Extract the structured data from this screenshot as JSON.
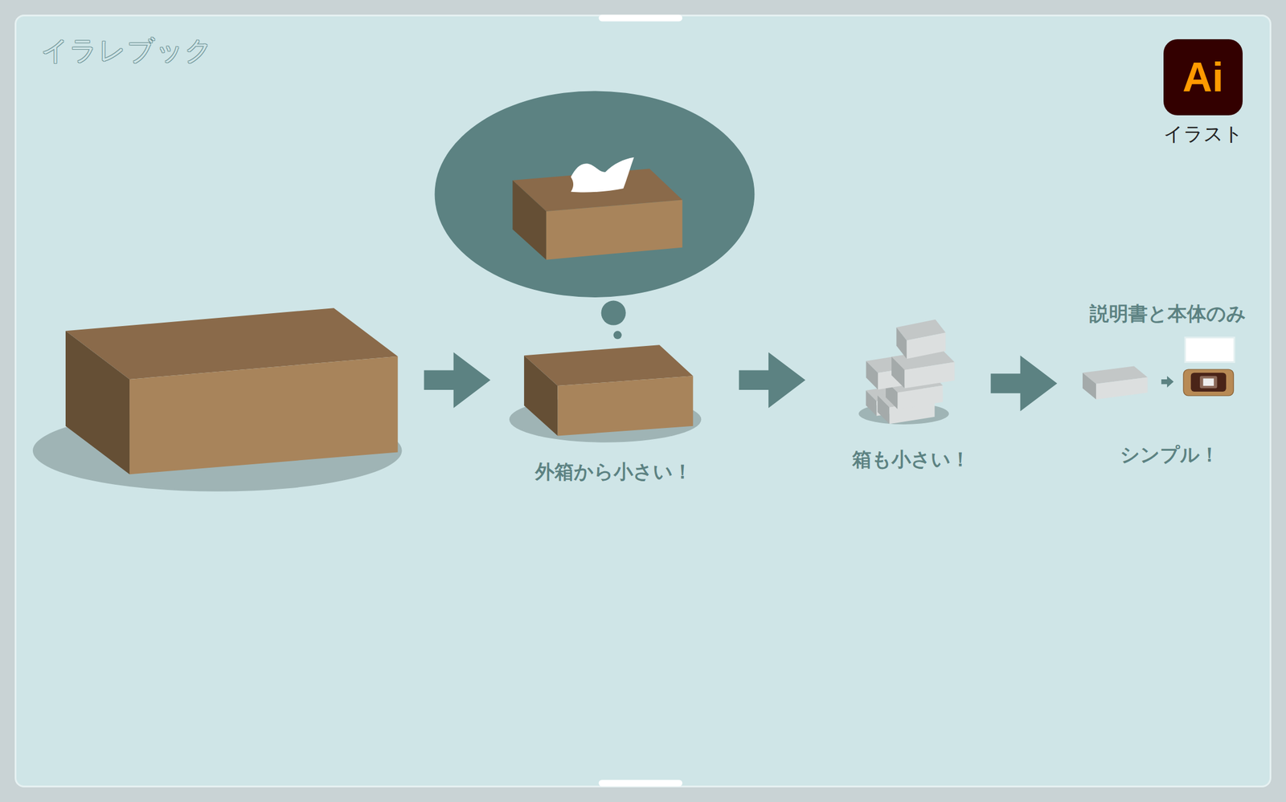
{
  "diagram": {
    "nodes": [
      {
        "text": [
          "Ai",
          "イラスト"
        ]
      }
    ],
    "labels": [
      "イラレブック",
      "外箱から小さい！",
      "箱も小さい！",
      "説明書と本体のみ",
      "シンプル！"
    ]
  }
}
